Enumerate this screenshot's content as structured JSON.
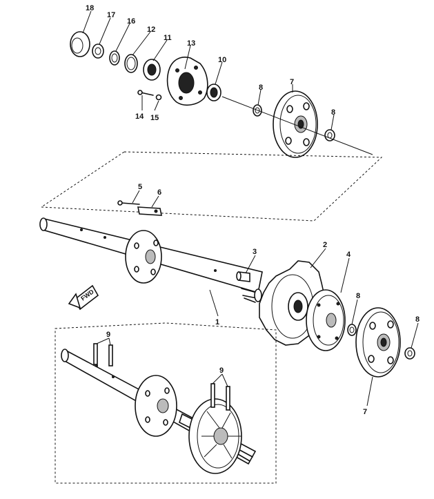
{
  "callouts": {
    "c1": "1",
    "c2": "2",
    "c3": "3",
    "c4": "4",
    "c5": "5",
    "c6": "6",
    "c7a": "7",
    "c7b": "7",
    "c8a": "8",
    "c8b": "8",
    "c8c": "8",
    "c8d": "8",
    "c9a": "9",
    "c9b": "9",
    "c10": "10",
    "c11": "11",
    "c12": "12",
    "c13": "13",
    "c14": "14",
    "c15": "15",
    "c16": "16",
    "c17": "17",
    "c18": "18"
  },
  "fwd_label": "FWD"
}
